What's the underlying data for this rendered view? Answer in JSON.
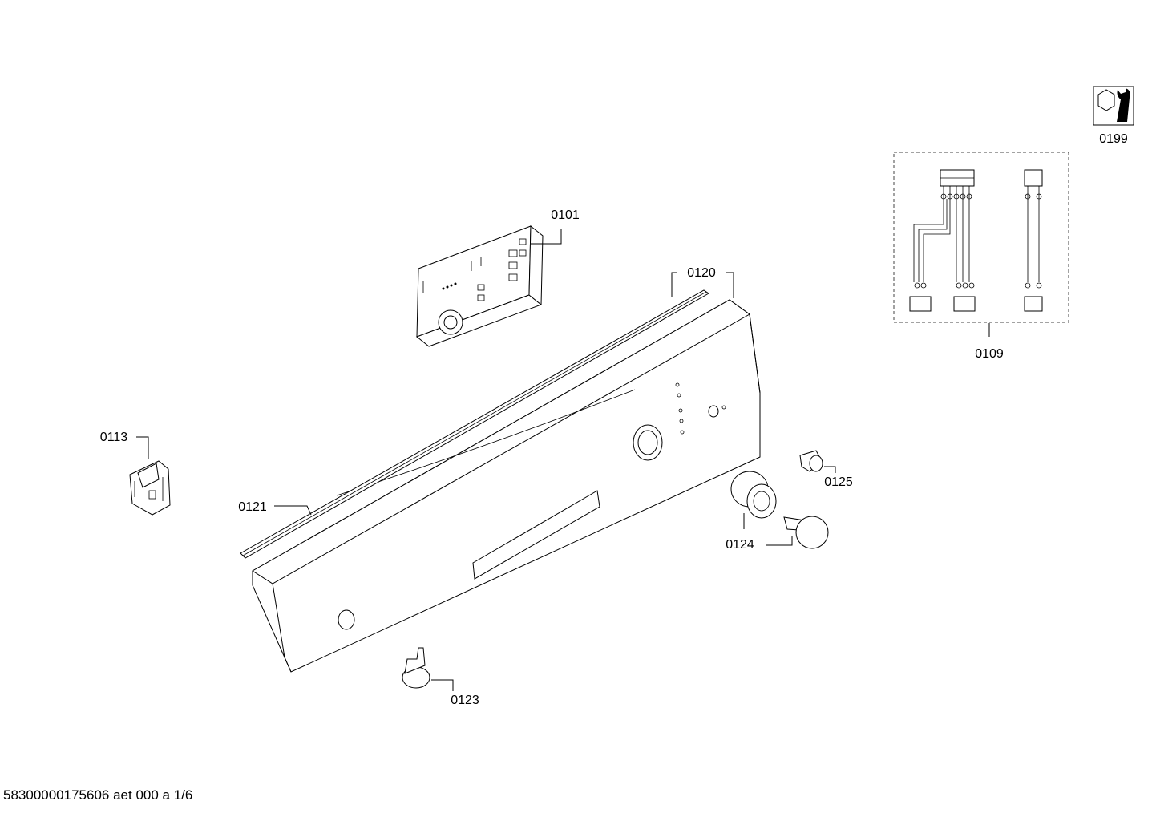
{
  "diagram": {
    "parts": [
      {
        "id": "0101",
        "label": "0101"
      },
      {
        "id": "0109",
        "label": "0109"
      },
      {
        "id": "0113",
        "label": "0113"
      },
      {
        "id": "0120",
        "label": "0120"
      },
      {
        "id": "0121",
        "label": "0121"
      },
      {
        "id": "0123",
        "label": "0123"
      },
      {
        "id": "0124",
        "label": "0124"
      },
      {
        "id": "0125",
        "label": "0125"
      },
      {
        "id": "0199",
        "label": "0199"
      }
    ],
    "service_icon": "wrench-nut-icon"
  },
  "footer": {
    "document_id": "58300000175606 aet 000 a 1/6"
  }
}
